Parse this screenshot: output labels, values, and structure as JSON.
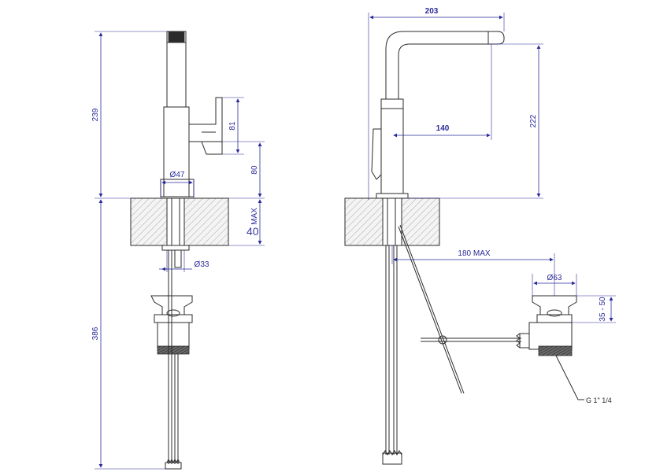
{
  "dimensions": {
    "total_height_left": "239",
    "lever_height": "81",
    "base_to_lever": "80",
    "body_diameter": "Ø47",
    "deck_max_label": "MAX",
    "deck_max_value": "40",
    "shank_diameter": "Ø33",
    "hose_length": "386",
    "reach_total": "203",
    "spout_height": "222",
    "spout_reach": "140",
    "rod_max": "180 MAX",
    "waste_diameter": "Ø63",
    "waste_height": "35 - 50",
    "thread_label": "G 1\" 1/4"
  },
  "colors": {
    "dimension": "#2a2a9a",
    "outline": "#2b2b2b",
    "background": "#ffffff"
  }
}
